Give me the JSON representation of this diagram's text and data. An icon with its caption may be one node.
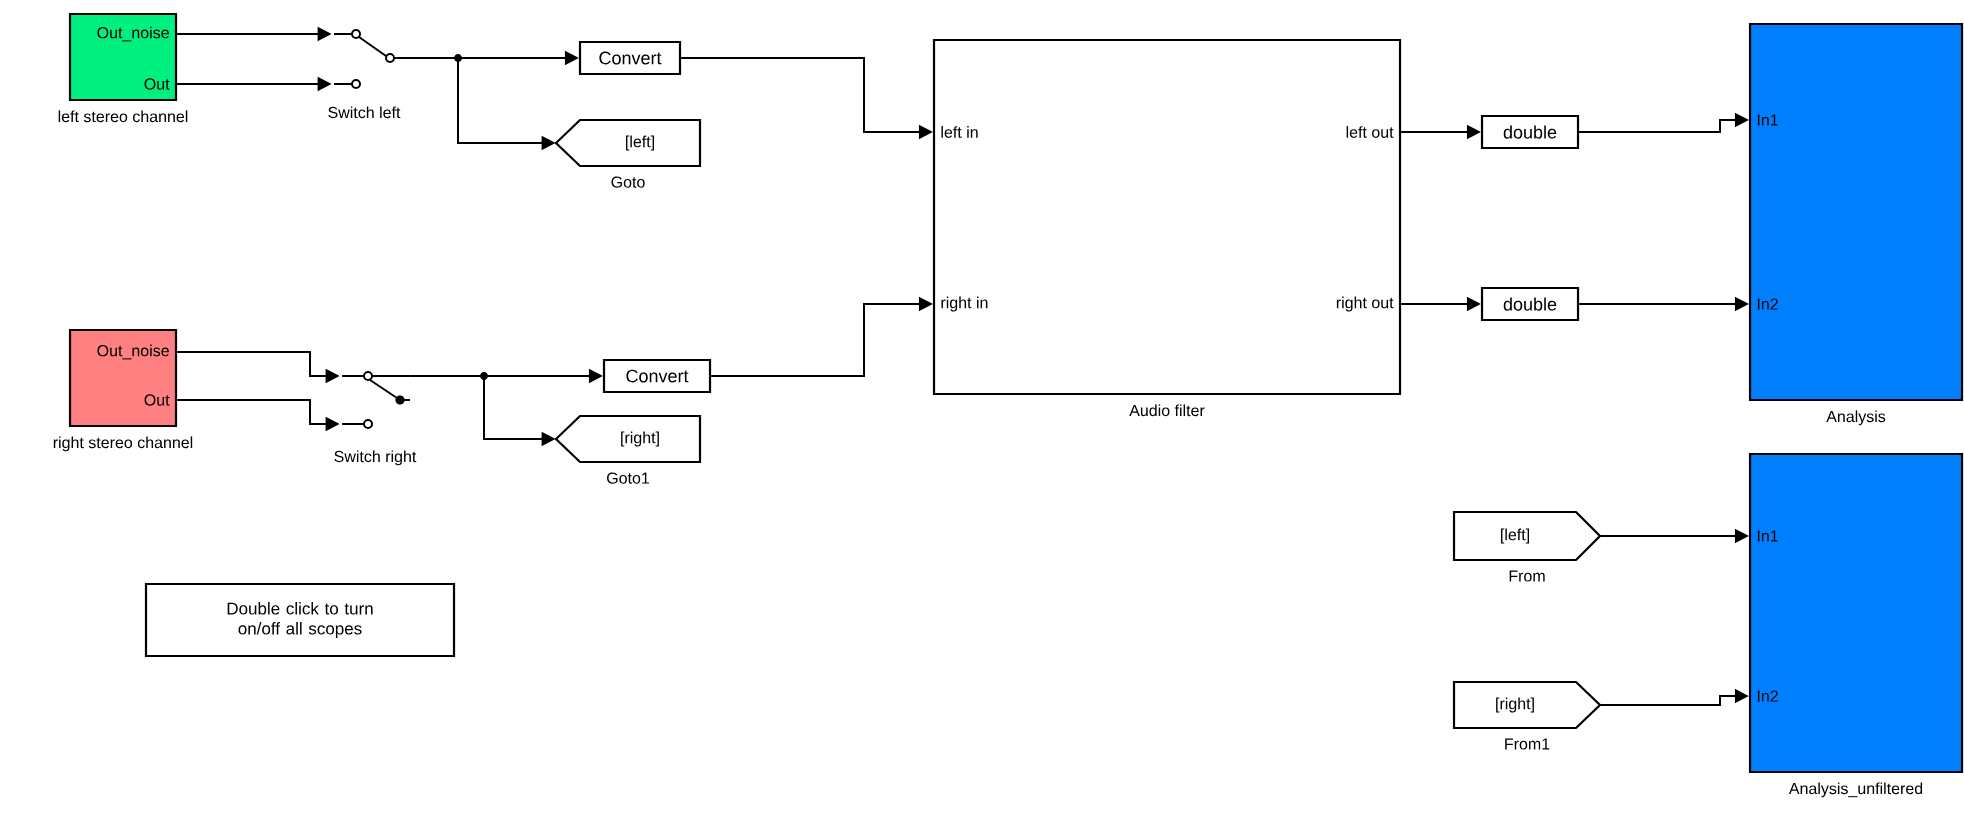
{
  "diagram": {
    "nodes": [
      {
        "text": [
          "Out_noise",
          "Out"
        ],
        "beside": [
          "left stereo channel"
        ]
      },
      {
        "text": [],
        "shape": "picture",
        "beside": [
          "Switch left"
        ]
      },
      {
        "text": [
          "Convert"
        ]
      },
      {
        "text": [
          "[left]"
        ],
        "beside": [
          "Goto"
        ]
      },
      {
        "text": [
          "left in",
          "right in",
          "left out",
          "right out"
        ],
        "beside": [
          "Audio filter"
        ]
      },
      {
        "text": [
          "double"
        ]
      },
      {
        "text": [
          "double"
        ]
      },
      {
        "text": [
          "In1",
          "In2"
        ],
        "beside": [
          "Analysis"
        ]
      },
      {
        "text": [
          "Out_noise",
          "Out"
        ],
        "beside": [
          "right stereo channel"
        ]
      },
      {
        "text": [],
        "shape": "picture",
        "beside": [
          "Switch right"
        ]
      },
      {
        "text": [
          "Convert"
        ]
      },
      {
        "text": [
          "[right]"
        ],
        "beside": [
          "Goto1"
        ]
      },
      {
        "text": [
          "Double click to turn on/off all scopes"
        ]
      },
      {
        "text": [
          "[left]"
        ],
        "beside": [
          "From"
        ]
      },
      {
        "text": [
          "[right]"
        ],
        "beside": [
          "From1"
        ]
      },
      {
        "text": [
          "In1",
          "In2"
        ],
        "beside": [
          "Analysis_unfiltered"
        ]
      }
    ],
    "edges": [
      {
        "from": 0,
        "to": 1,
        "arrow": "to"
      },
      {
        "from": 0,
        "to": 1,
        "arrow": "to"
      },
      {
        "from": 1,
        "to": 2,
        "arrow": "to"
      },
      {
        "from": 1,
        "to": 3,
        "arrow": "to"
      },
      {
        "from": 2,
        "to": 4,
        "arrow": "to"
      },
      {
        "from": 4,
        "to": 5,
        "arrow": "to"
      },
      {
        "from": 4,
        "to": 6,
        "arrow": "to"
      },
      {
        "from": 5,
        "to": 7,
        "arrow": "to"
      },
      {
        "from": 6,
        "to": 7,
        "arrow": "to"
      },
      {
        "from": 8,
        "to": 9,
        "arrow": "to"
      },
      {
        "from": 8,
        "to": 9,
        "arrow": "to"
      },
      {
        "from": 9,
        "to": 10,
        "arrow": "to"
      },
      {
        "from": 9,
        "to": 11,
        "arrow": "to"
      },
      {
        "from": 10,
        "to": 4,
        "arrow": "to"
      },
      {
        "from": 13,
        "to": 15,
        "arrow": "to"
      },
      {
        "from": 14,
        "to": 15,
        "arrow": "to"
      }
    ]
  }
}
